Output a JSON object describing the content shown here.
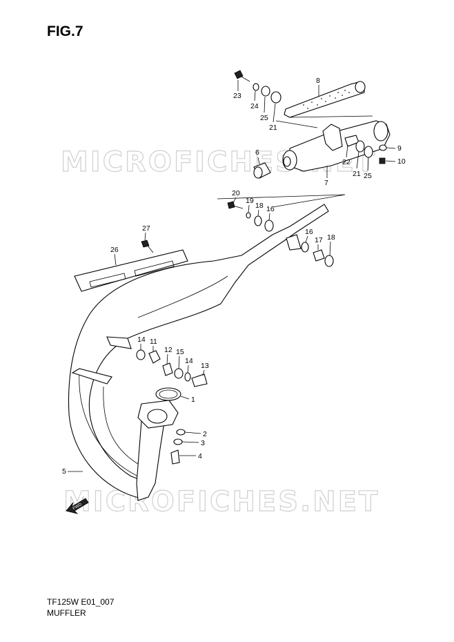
{
  "figure": {
    "title": "FIG.7"
  },
  "footer": {
    "code": "TF125W E01_007",
    "name": "MUFFLER"
  },
  "watermark": {
    "text_upper": "MICROFICHES.NET",
    "text_lower": "MICROFICHES.NET"
  },
  "direction_arrow": {
    "label": "FWD"
  },
  "callouts": [
    "1",
    "2",
    "3",
    "4",
    "5",
    "6",
    "7",
    "8",
    "9",
    "10",
    "11",
    "12",
    "13",
    "14",
    "15",
    "16",
    "16",
    "17",
    "18",
    "18",
    "19",
    "20",
    "21",
    "21",
    "22",
    "23",
    "24",
    "25",
    "25",
    "26",
    "27"
  ]
}
